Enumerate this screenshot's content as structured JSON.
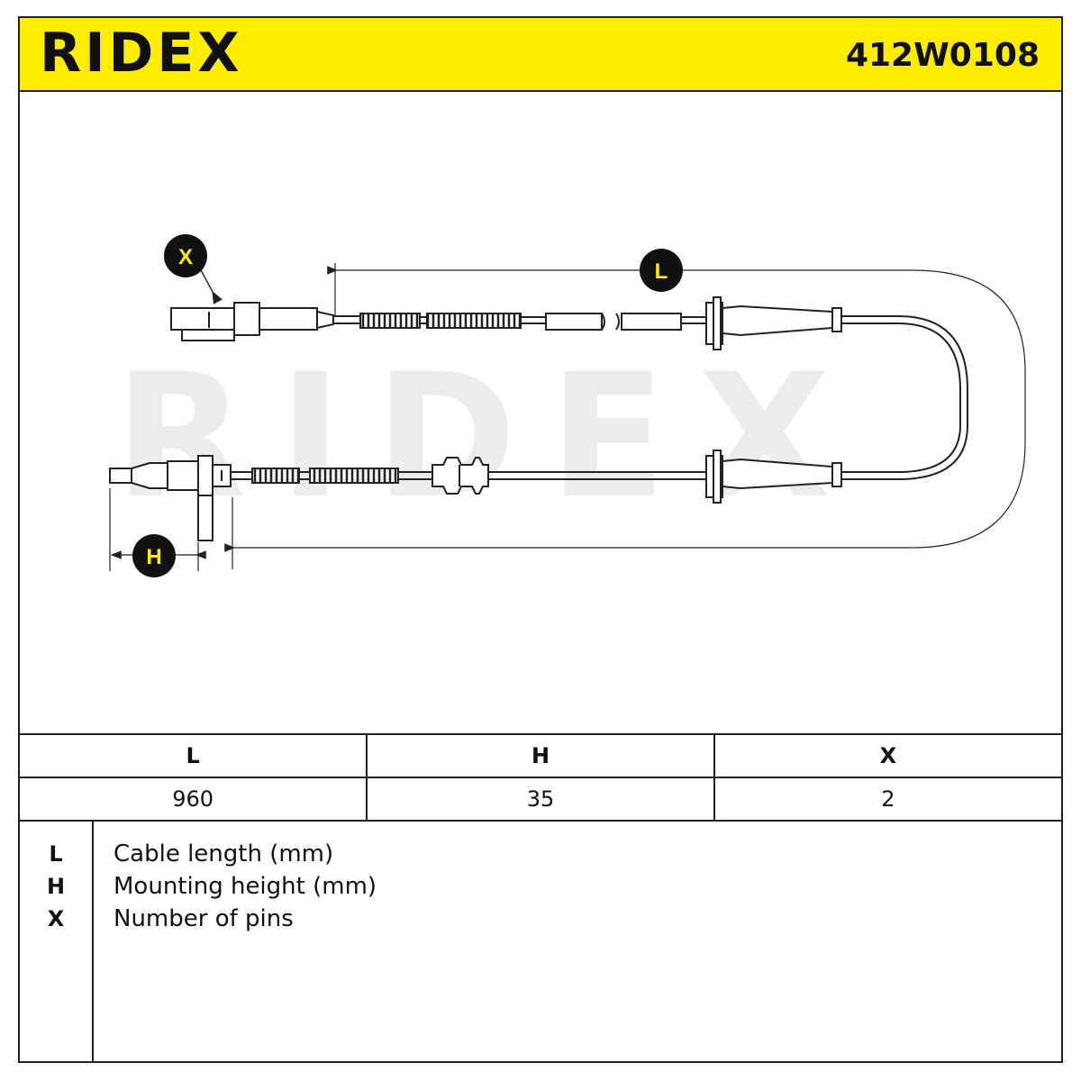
{
  "header": {
    "brand": "RIDEX",
    "part_number": "412W0108"
  },
  "watermark": "RIDEX",
  "diagram": {
    "markers": [
      "X",
      "L",
      "H"
    ]
  },
  "parameters": {
    "headers": [
      "L",
      "H",
      "X"
    ],
    "values": [
      "960",
      "35",
      "2"
    ]
  },
  "legend": [
    {
      "key": "L",
      "description": "Cable length (mm)"
    },
    {
      "key": "H",
      "description": "Mounting height (mm)"
    },
    {
      "key": "X",
      "description": "Number of pins"
    }
  ],
  "colors": {
    "header_background": "#ffed00",
    "marker_fill": "#111111",
    "marker_text": "#ffed00",
    "line": "#222222"
  }
}
